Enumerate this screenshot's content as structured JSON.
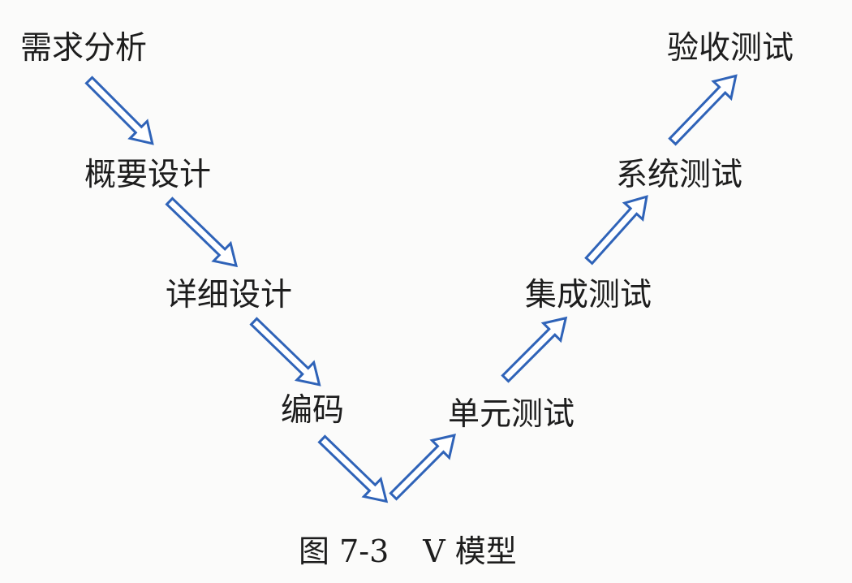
{
  "diagram": {
    "nodes": [
      {
        "id": "requirements_analysis",
        "label": "需求分析"
      },
      {
        "id": "high_level_design",
        "label": "概要设计"
      },
      {
        "id": "detailed_design",
        "label": "详细设计"
      },
      {
        "id": "coding",
        "label": "编码"
      },
      {
        "id": "unit_testing",
        "label": "单元测试"
      },
      {
        "id": "integration_testing",
        "label": "集成测试"
      },
      {
        "id": "system_testing",
        "label": "系统测试"
      },
      {
        "id": "acceptance_testing",
        "label": "验收测试"
      }
    ],
    "edges": [
      {
        "from": "requirements_analysis",
        "to": "high_level_design"
      },
      {
        "from": "high_level_design",
        "to": "detailed_design"
      },
      {
        "from": "detailed_design",
        "to": "coding"
      },
      {
        "from": "coding",
        "to": "unit_testing"
      },
      {
        "from": "unit_testing",
        "to": "integration_testing"
      },
      {
        "from": "integration_testing",
        "to": "system_testing"
      },
      {
        "from": "system_testing",
        "to": "acceptance_testing"
      }
    ],
    "colors": {
      "arrow_outline": "#2f63b8",
      "arrow_fill": "#ffffff",
      "text": "#1d1d1d",
      "background": "#fbfbfa"
    }
  },
  "caption": {
    "figure_number": "图 7-3",
    "title": "V 模型"
  }
}
